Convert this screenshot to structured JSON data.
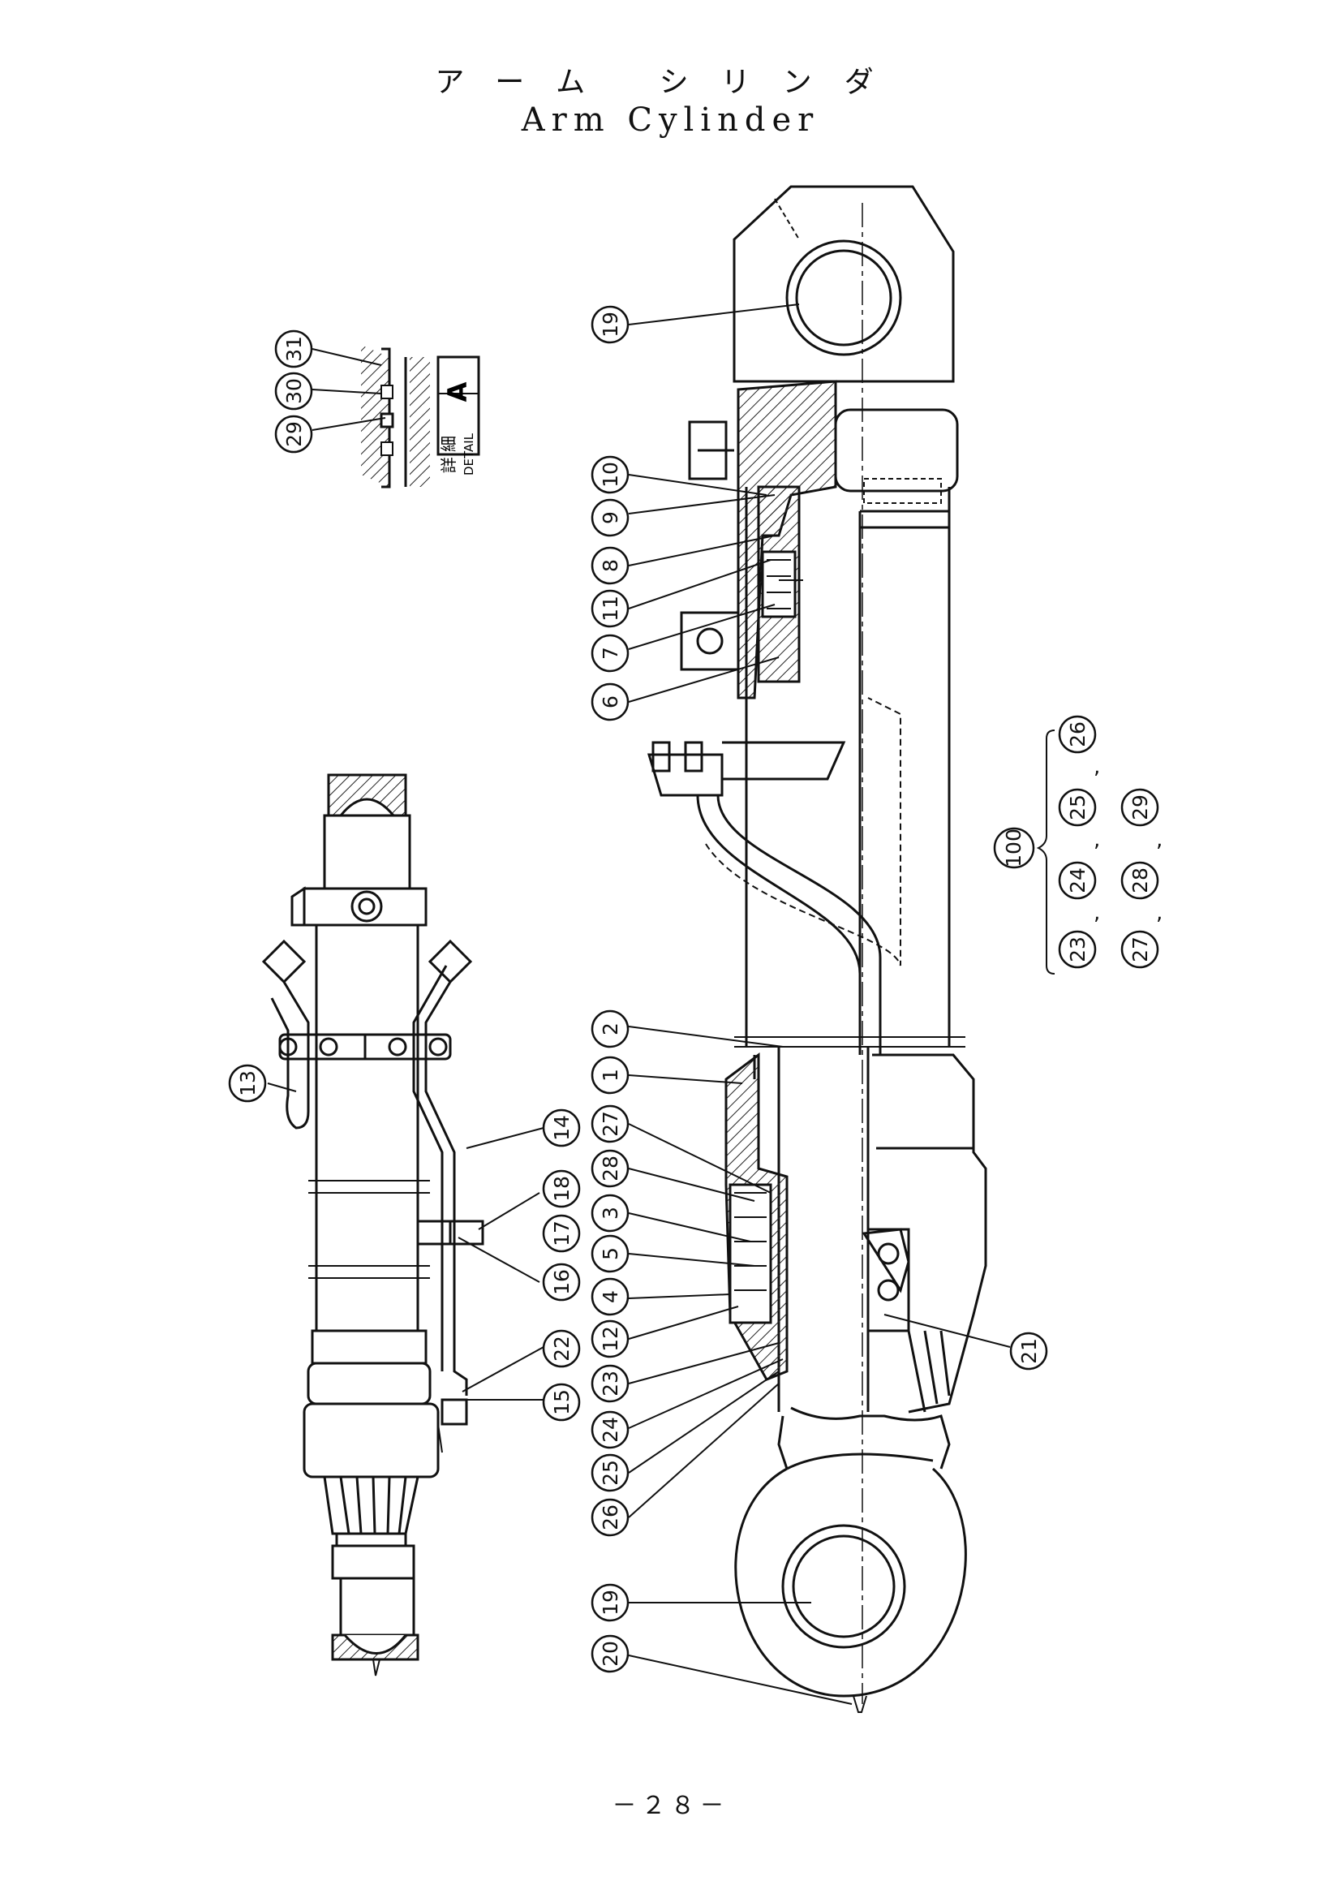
{
  "title": {
    "japanese": "アーム シリンダ",
    "english": "Arm Cylinder"
  },
  "detail_label": {
    "kanji": "詳 細",
    "text": "DETAIL",
    "letter": "A"
  },
  "assembly_number": "100",
  "assembly_group": {
    "row1": [
      "23",
      "24",
      "25",
      "26"
    ],
    "row2": [
      "27",
      "28",
      "29"
    ]
  },
  "callouts": {
    "c19_top": "19",
    "c10": "10",
    "c9": "9",
    "c8": "8",
    "c11": "11",
    "c7": "7",
    "c6": "6",
    "c2": "2",
    "c1": "1",
    "c27": "27",
    "c28": "28",
    "c3": "3",
    "c5": "5",
    "c4": "4",
    "c12": "12",
    "c23": "23",
    "c24": "24",
    "c25": "25",
    "c26": "26",
    "c19_bottom": "19",
    "c20": "20",
    "c21": "21",
    "c31": "31",
    "c30": "30",
    "c29": "29",
    "c13": "13",
    "c14": "14",
    "c18": "18",
    "c17": "17",
    "c16": "16",
    "c22": "22",
    "c15": "15"
  },
  "page_number": "－２８－"
}
